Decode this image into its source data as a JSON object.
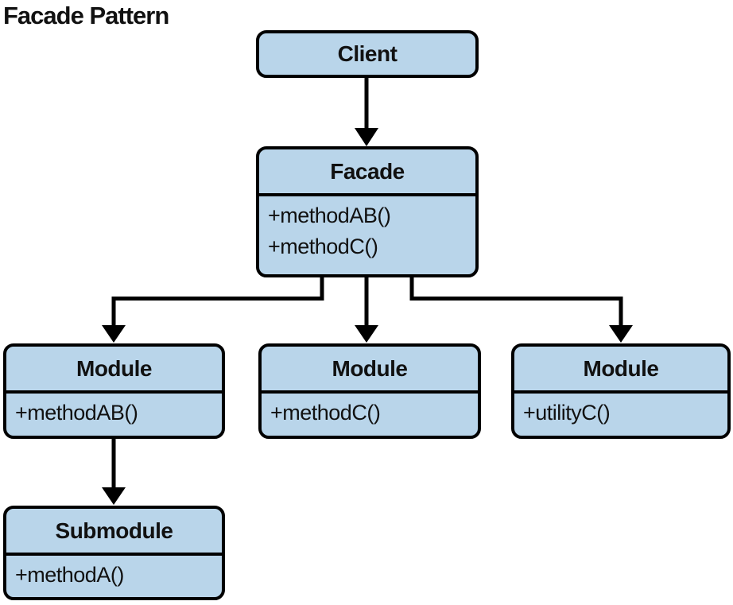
{
  "title": "Facade Pattern",
  "colors": {
    "box_fill": "#b9d5ea",
    "box_border": "#000000",
    "line": "#000000",
    "background": "#ffffff"
  },
  "nodes": {
    "client": {
      "title": "Client",
      "methods": []
    },
    "facade": {
      "title": "Facade",
      "methods": [
        "+methodAB()",
        "+methodC()"
      ]
    },
    "module_ab": {
      "title": "Module",
      "methods": [
        "+methodAB()"
      ]
    },
    "module_c": {
      "title": "Module",
      "methods": [
        "+methodC()"
      ]
    },
    "module_utility": {
      "title": "Module",
      "methods": [
        "+utilityC()"
      ]
    },
    "submodule": {
      "title": "Submodule",
      "methods": [
        "+methodA()"
      ]
    }
  },
  "connections": [
    {
      "from": "client",
      "to": "facade"
    },
    {
      "from": "facade",
      "to": "module_ab"
    },
    {
      "from": "facade",
      "to": "module_c"
    },
    {
      "from": "facade",
      "to": "module_utility"
    },
    {
      "from": "module_ab",
      "to": "submodule"
    }
  ]
}
